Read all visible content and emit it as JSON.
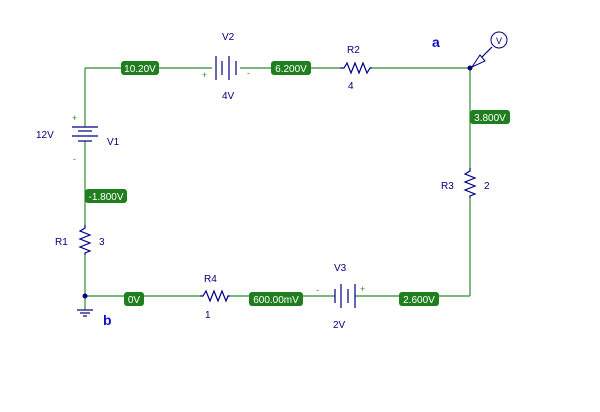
{
  "nodes": {
    "a": "a",
    "b": "b"
  },
  "probe": {
    "symbol": "V"
  },
  "sources": {
    "v1": {
      "name": "V1",
      "value": "12V",
      "plus": "+",
      "minus": "-"
    },
    "v2": {
      "name": "V2",
      "value": "4V",
      "plus": "+",
      "minus": "-"
    },
    "v3": {
      "name": "V3",
      "value": "2V",
      "plus": "+",
      "minus": "-"
    }
  },
  "resistors": {
    "r1": {
      "name": "R1",
      "value": "3"
    },
    "r2": {
      "name": "R2",
      "value": "4"
    },
    "r3": {
      "name": "R3",
      "value": "2"
    },
    "r4": {
      "name": "R4",
      "value": "1"
    }
  },
  "voltage_markers": {
    "m1": "10.20V",
    "m2": "6.200V",
    "m3": "3.800V",
    "m4": "-1.800V",
    "m5": "0V",
    "m6": "600.00mV",
    "m7": "2.600V"
  },
  "colors": {
    "wire": "#2f8a2f",
    "part": "#000080",
    "marker_bg": "#1f7f1f",
    "node_label": "#1010c0"
  }
}
